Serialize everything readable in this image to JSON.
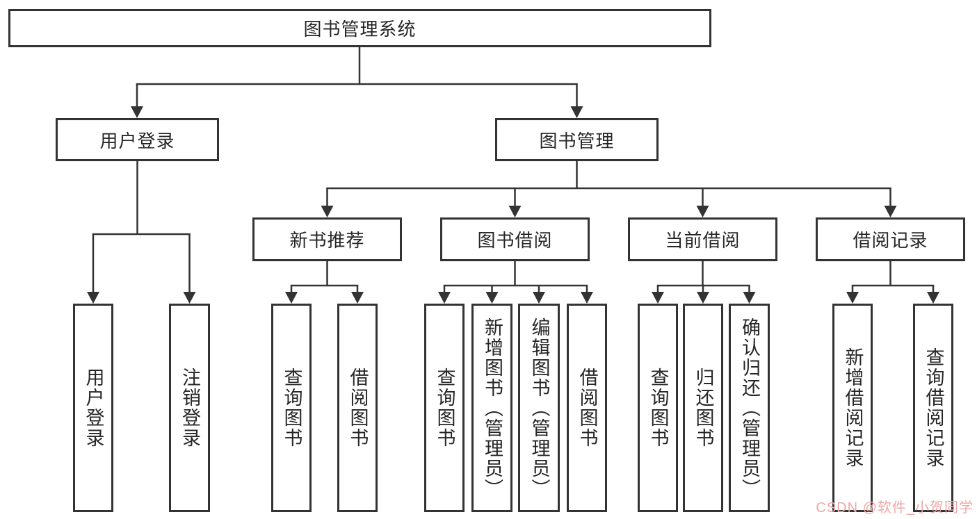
{
  "diagram": {
    "root": "图书管理系统",
    "level2": [
      "用户登录",
      "图书管理"
    ],
    "level3": [
      "新书推荐",
      "图书借阅",
      "当前借阅",
      "借阅记录"
    ],
    "leaves": [
      "用户登录",
      "注销登录",
      "查询图书",
      "借阅图书",
      "查询图书",
      "新增图书（管理员）",
      "编辑图书（管理员）",
      "借阅图书",
      "查询图书",
      "归还图书",
      "确认归还（管理员）",
      "新增借阅记录",
      "查询借阅记录"
    ]
  },
  "watermark": {
    "text": "CSDN @软件_小贺同学",
    "color": "#f0a8a8"
  },
  "colors": {
    "line": "#333333",
    "box_border": "#333333",
    "text": "#262626",
    "background": "#ffffff"
  }
}
